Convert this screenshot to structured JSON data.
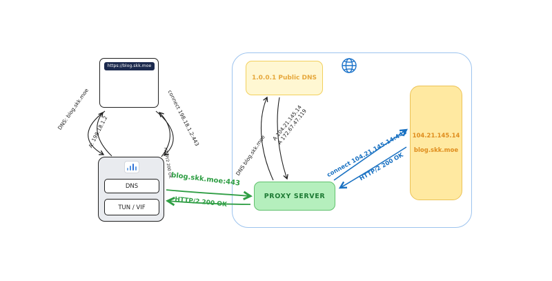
{
  "diagram": {
    "browser": {
      "url": "https://blog.skk.moe"
    },
    "client": {
      "modules": [
        "DNS",
        "TUN / VIF"
      ]
    },
    "public_dns_label": "1.0.0.1 Public DNS",
    "proxy_label": "PROXY SERVER",
    "origin": {
      "ip": "104.21.145.14",
      "host": "blog.skk.moe"
    },
    "flows": {
      "dns_query_left": "DNS: blog.skk.moe",
      "dns_answer_left": "A: 198.18.1.2",
      "connect_fake_ip": "connect 198.18.1.2:443",
      "http_ok_client": "HTTP/2 200 OK",
      "proxy_request": "blog.skk.moe:443",
      "proxy_response": "HTTP/2 200 OK",
      "dns_query_upstream": "DNS blog.skk.moe",
      "dns_answer_upstream_1": "A 104.21.145.14",
      "dns_answer_upstream_2": "A 172.67.47.119",
      "origin_connect": "connect 104.21.145.14:443",
      "origin_response": "HTTP/2 200 OK"
    },
    "icons": {
      "globe": "globe-icon",
      "client_logo": "signal-bars-icon"
    },
    "colors": {
      "flow_black": "#1d1d1d",
      "flow_green": "#2f9e44",
      "flow_blue": "#1971c2",
      "yellow_fill": "#fff7d2",
      "origin_yellow_fill": "#ffe9a1",
      "green_fill": "#b5efbd",
      "boundary_blue": "#9cc3ee",
      "orange_text": "#df8d1e"
    }
  }
}
